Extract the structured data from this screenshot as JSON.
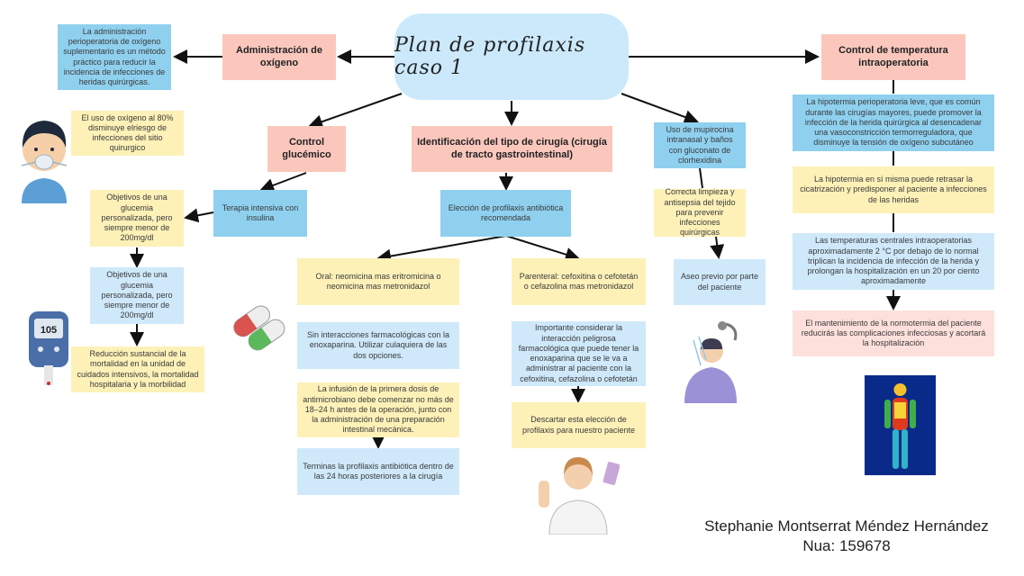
{
  "title": "Plan de profilaxis caso 1",
  "nodes": {
    "oxigeno": "Administración de oxígeno",
    "oxigeno_info": "La administración perioperatoria de oxígeno suplementario es un método práctico para reducir la incidencia de infecciones de heridas quirúrgicas.",
    "oxigeno_80": "El uso de oxígeno al 80% disminuye elriesgo de infecciones del sitio quirurgico",
    "temp": "Control de temperatura intraoperatoria",
    "temp_1": "La hipotermia perioperatoria leve, que es común durante las cirugías mayores, puede promover la infección de la herida quirúrgica al desencadenar una vasoconstricción termorreguladora, que disminuye la tensión de oxígeno subcutáneo",
    "temp_2": "La hipotermia en sí misma puede retrasar la cicatrización y predisponer al paciente a infecciones de las heridas",
    "temp_3": "Las temperaturas centrales intraoperatorias aproximadamente 2 °C por debajo de lo normal triplican la incidencia de infección de la herida y prolongan la hospitalización en un 20 por ciento aproximadamente",
    "temp_4": "El mantenimiento de la normotermia del paciente reducirás las complicaciones infecciosas y acortará la hospitalización",
    "glucemico": "Control glucémico",
    "terapia": "Terapia intensiva con insulina",
    "obj_1": "Objetivos de una glucemia personalizada, pero siempre menor de 200mg/dl",
    "obj_2": "Objetivos de una glucemia personalizada, pero siempre menor de 200mg/dl",
    "reduccion": "Reducción sustancial de  la mortalidad en la unidad de cuidados intensivos, la mortalidad hospitalaria y la morbilidad",
    "cirugia": "Identificación del tipo de cirugía (cirugía de tracto gastrointestinal)",
    "eleccion": "Elección de profilaxis antibiótica recomendada",
    "oral": "Oral: neomicina mas eritromicina o neomicina mas metronidazol",
    "sin_inter": "Sin interacciones farmacológicas con la enoxaparina. Utilizar culaquiera de las dos opciones.",
    "infusion": "La infusión de la primera dosis de antimicrobiano debe comenzar no más de 18–24 h antes de la operación, junto con la administración de una preparación intestinal mecánica.",
    "terminar": "Terminas la profilaxis antibiótica dentro de las 24 horas posteriores a la cirugía",
    "parenteral": "Parenteral: cefoxitina o cefotetán o cefazolina mas metronidazol",
    "importante": "Importante considerar la interacción peligrosa farmacológica que puede tener la enoxaparina que se le va a administrar al paciente con la cefoxitina, cefazolina o cefotetán",
    "descartar": "Descartar esta elección de profilaxis para nuestro paciente",
    "mupirocina": "Uso de mupirocina intranasal y baños con gluconato de clorhexidina",
    "limpieza": "Correcta limpieza y antisepsia del  tejido para prevenir infecciones quirúrgicas",
    "aseo": "Aseo previo por parte del paciente"
  },
  "glucometer_reading": "105",
  "author": {
    "name": "Stephanie Montserrat Méndez Hernández",
    "nua": "Nua: 159678"
  },
  "colors": {
    "blue": "#8fd0ef",
    "light_blue": "#cfe9fb",
    "yellow": "#fdf1b8",
    "pink": "#fbc7bd",
    "light_pink": "#fde0dc"
  }
}
